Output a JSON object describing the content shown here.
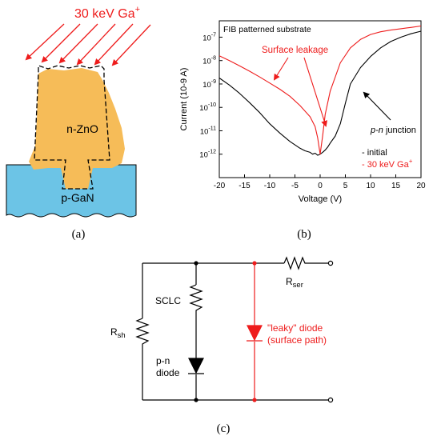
{
  "colors": {
    "red": "#ee1c1c",
    "orange": "#f6bc58",
    "blue": "#6cc4e6",
    "black": "#000000"
  },
  "panel_a": {
    "beam_label": "30 keV Ga",
    "beam_superscript": "+",
    "layer_top": "n-ZnO",
    "layer_bottom": "p-GaN",
    "caption": "(a)"
  },
  "panel_b": {
    "caption": "(b)",
    "chart_data": {
      "type": "line",
      "title": "FIB patterned substrate",
      "xlabel": "Voltage (V)",
      "ylabel": "Current (10-9 A)",
      "xlim": [
        -20,
        20
      ],
      "ylim": [
        1e-13,
        5e-07
      ],
      "log_y": true,
      "x_ticks": [
        -20,
        -15,
        -10,
        -5,
        0,
        5,
        10,
        15,
        20
      ],
      "y_ticks": [
        {
          "value": 1e-12,
          "mant": "10",
          "exp": "-12"
        },
        {
          "value": 1e-11,
          "mant": "10",
          "exp": "-11"
        },
        {
          "value": 1e-10,
          "mant": "10",
          "exp": "-10"
        },
        {
          "value": 1e-09,
          "mant": "10",
          "exp": "-9"
        },
        {
          "value": 1e-08,
          "mant": "10",
          "exp": "-8"
        },
        {
          "value": 1e-07,
          "mant": "10",
          "exp": "-7"
        }
      ],
      "legend": [
        {
          "text": "- initial",
          "color": "#000000"
        },
        {
          "text": "- 30 keV Ga",
          "sup": "+",
          "color": "#ee1c1c"
        }
      ],
      "annotations": {
        "surface_leakage": "Surface leakage",
        "pn_junction_italic": "p-n",
        "pn_junction_rest": " junction"
      },
      "series": [
        {
          "color": "#000000",
          "x": [
            -20,
            -18,
            -16,
            -14,
            -12,
            -10,
            -8,
            -6,
            -5,
            -4,
            -3,
            -2,
            -1.5,
            -1,
            -0.5,
            0,
            0.5,
            1,
            1.5,
            2,
            3,
            4,
            5,
            6,
            8,
            10,
            12,
            14,
            16,
            18,
            20
          ],
          "y": [
            1.8e-09,
            9e-10,
            4e-10,
            1.6e-10,
            6e-11,
            2e-11,
            8e-12,
            3.5e-12,
            2.5e-12,
            1.8e-12,
            1.4e-12,
            1.2e-12,
            1e-12,
            1.1e-12,
            9e-13,
            1e-12,
            1.2e-12,
            1.5e-12,
            2e-12,
            3e-12,
            6e-12,
            2e-11,
            1.5e-10,
            1e-09,
            5e-09,
            1.5e-08,
            3.5e-08,
            6.5e-08,
            1e-07,
            1.4e-07,
            1.8e-07
          ]
        },
        {
          "color": "#ee1c1c",
          "x": [
            -20,
            -18,
            -16,
            -14,
            -12,
            -10,
            -8,
            -6,
            -4,
            -2,
            -1,
            -0.5,
            0,
            0.5,
            1,
            2,
            4,
            6,
            8,
            10,
            12,
            14,
            16,
            18,
            20
          ],
          "y": [
            1.6e-08,
            1e-08,
            6e-09,
            3.5e-09,
            2e-09,
            1.1e-09,
            6e-10,
            3e-10,
            1.2e-10,
            4e-11,
            1.5e-11,
            5e-12,
            1e-12,
            6e-12,
            5e-11,
            5e-10,
            8e-09,
            3.5e-08,
            8e-08,
            1.3e-07,
            1.7e-07,
            2e-07,
            2.3e-07,
            2.6e-07,
            3e-07
          ]
        }
      ]
    }
  },
  "panel_c": {
    "caption": "(c)",
    "labels": {
      "rser": "R",
      "rser_sub": "ser",
      "rsh": "R",
      "rsh_sub": "sh",
      "sclc": "SCLC",
      "pn_diode_line1": "p-n",
      "pn_diode_line2": "diode",
      "leaky_line1": "\"leaky\" diode",
      "leaky_line2": "(surface path)"
    }
  }
}
